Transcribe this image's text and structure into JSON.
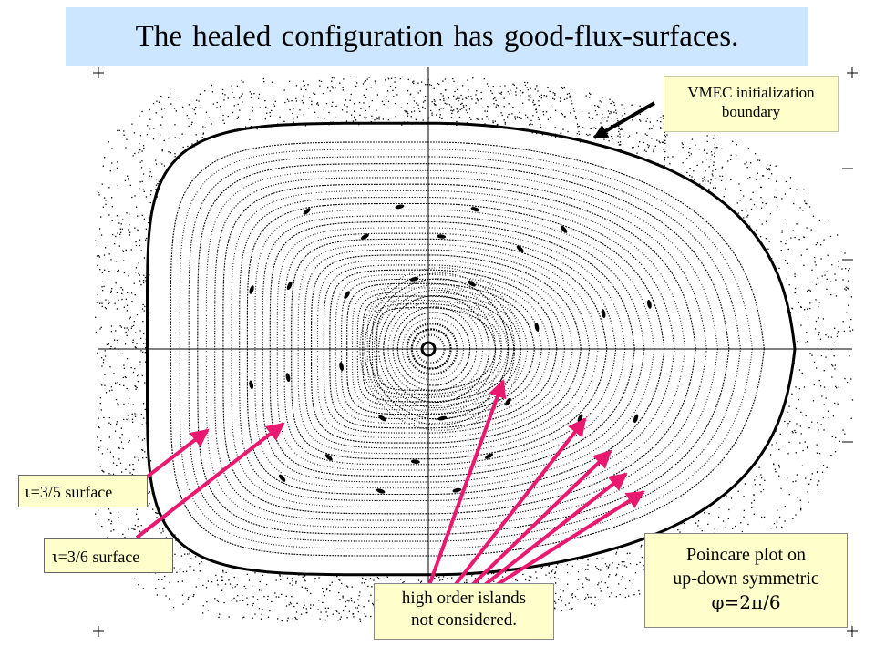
{
  "title": "The healed configuration has good-flux-surfaces.",
  "annotations": {
    "vmec": {
      "line1": "VMEC initialization",
      "line2": "boundary"
    },
    "poincare": {
      "line1": "Poincare plot on",
      "line2": "up-down symmetric",
      "line3": "φ=2π/6"
    },
    "islands": {
      "line1": "high order islands",
      "line2": "not considered."
    },
    "surface_35": {
      "symbol": "ι",
      "text": "=3/5 surface"
    },
    "surface_36": {
      "symbol": "ι",
      "text": "=3/6 surface"
    }
  },
  "colors": {
    "title_background": "#cce6ff",
    "note_background": "#ffffcc",
    "arrow_pointer": "#e8196e",
    "arrow_black": "#000000",
    "flux_surfaces": "#000000"
  }
}
